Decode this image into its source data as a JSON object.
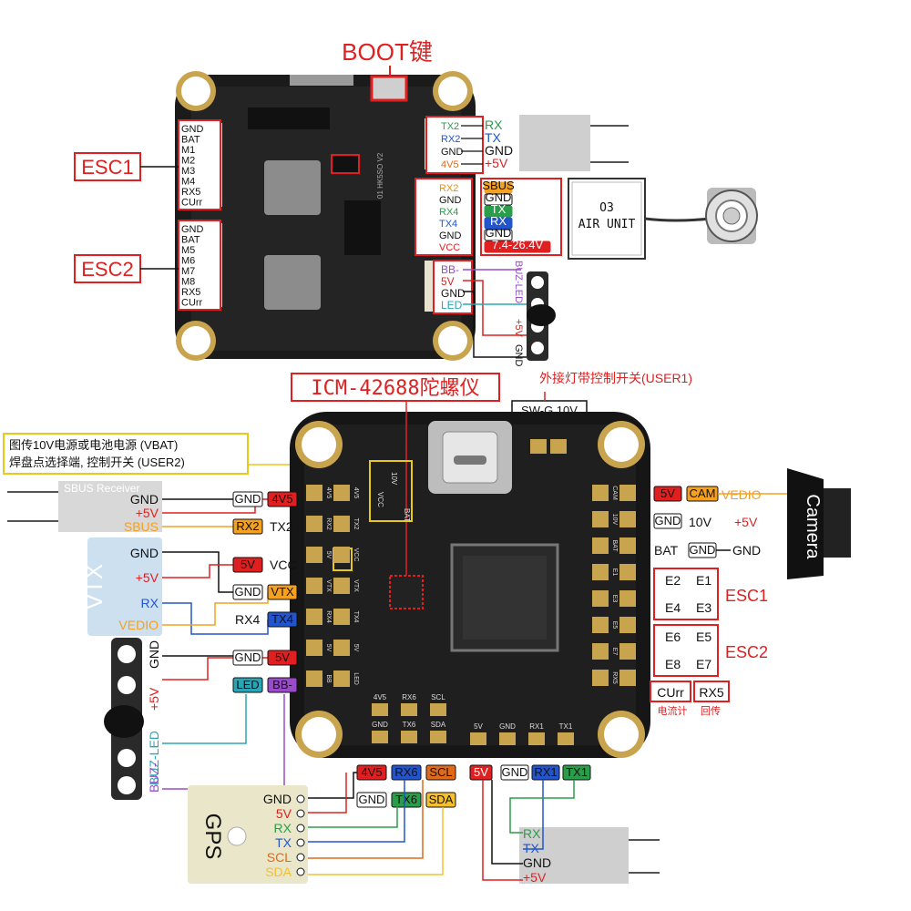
{
  "top": {
    "boot_label": "BOOT键",
    "esc1": "ESC1",
    "esc2": "ESC2",
    "esc1_pins": [
      "GND",
      "BAT",
      "M1",
      "M2",
      "M3",
      "M4",
      "RX5",
      "CUrr"
    ],
    "esc2_pins": [
      "GND",
      "BAT",
      "M5",
      "M6",
      "M7",
      "M8",
      "RX5",
      "CUrr"
    ],
    "rx_pins": [
      {
        "pad": "TX2",
        "wire": "RX",
        "pad_color": "#2a9d4a",
        "wire_color": "#2a9d4a"
      },
      {
        "pad": "RX2",
        "wire": "TX",
        "pad_color": "#2255cc",
        "wire_color": "#2255cc"
      },
      {
        "pad": "GND",
        "wire": "GND",
        "pad_color": "#111111",
        "wire_color": "#111111"
      },
      {
        "pad": "4V5",
        "wire": "+5V",
        "pad_color": "#e06a1a",
        "wire_color": "#e02020"
      }
    ],
    "o3_pins": [
      {
        "pad": "RX2",
        "color": "#e0901a"
      },
      {
        "pad": "GND",
        "color": "#111111"
      },
      {
        "pad": "RX4",
        "color": "#2a9d4a"
      },
      {
        "pad": "TX4",
        "color": "#2255cc"
      },
      {
        "pad": "GND",
        "color": "#111111"
      },
      {
        "pad": "VCC",
        "color": "#e02020"
      }
    ],
    "o3_wires": [
      {
        "label": "SBUS",
        "bg": "#f4a020",
        "fg": "#111111"
      },
      {
        "label": "GND",
        "bg": "#ffffff",
        "fg": "#111111"
      },
      {
        "label": "TX",
        "bg": "#2a9d4a",
        "fg": "#ffffff"
      },
      {
        "label": "RX",
        "bg": "#2255cc",
        "fg": "#ffffff"
      },
      {
        "label": "GND",
        "bg": "#ffffff",
        "fg": "#111111"
      },
      {
        "label": "7.4-26.4V",
        "bg": "#e02020",
        "fg": "#ffffff"
      }
    ],
    "o3_unit": "O3\nAIR UNIT",
    "led_pins": [
      {
        "pad": "BB-",
        "color": "#9a4acb"
      },
      {
        "pad": "5V",
        "color": "#e02020"
      },
      {
        "pad": "GND",
        "color": "#111111"
      },
      {
        "pad": "LED",
        "color": "#2aa5b5"
      }
    ],
    "buz_led_label": "BUZ-LED",
    "plus5v_label": "+5V",
    "gnd_label": "GND",
    "board_text": "01 HK5SO V2"
  },
  "gyro_label": "ICM-42688陀螺仪",
  "user1_label": "外接灯带控制开关(USER1)",
  "swg_label": "SW-G 10V",
  "vbat_note_line1": "图传10V电源或电池电源 (VBAT)",
  "vbat_note_line2": "焊盘点选择端, 控制开关 (USER2)",
  "left": {
    "sbus_title": "SBUS Receiver",
    "sbus_gnd": "GND",
    "sbus_5v": "+5V",
    "sbus_sbus": "SBUS",
    "pad_gnd1": "GND",
    "pad_4v5": "4V5",
    "pad_rx2": "RX2",
    "pad_tx2": "TX2",
    "vtx_title": "VTX",
    "vtx_gnd": "GND",
    "vtx_5v": "+5V",
    "vtx_rx": "RX",
    "vtx_vedio": "VEDIO",
    "pad_5v": "5V",
    "pad_vcc": "VCC",
    "pad_gnd2": "GND",
    "pad_vtx": "VTX",
    "pad_rx4": "RX4",
    "pad_tx4": "TX4",
    "buz_gnd": "GND",
    "buz_5v": "+5V",
    "buz_led": "BUZ-LED",
    "buz_bb": "BUZ-",
    "pad_gnd3": "GND",
    "pad_5v2": "5V",
    "pad_led": "LED",
    "pad_bb": "BB-"
  },
  "board": {
    "left_pads": [
      "4V5",
      "RX2",
      "5V",
      "VTX",
      "RX4",
      "5V",
      "BB"
    ],
    "left_pads2": [
      "4V5",
      "TX2",
      "VCC",
      "VTX",
      "TX4",
      "5V",
      "LED"
    ],
    "right_pads": [
      "CAM",
      "10V",
      "BAT",
      "E1",
      "E3",
      "E5",
      "E7",
      "RX5"
    ],
    "right_pads2": [
      "GND",
      "GND",
      "GND",
      "E2",
      "E4",
      "E6",
      "E8",
      "CUrr"
    ],
    "bottom_pads_top": [
      "4V5",
      "RX6",
      "SCL"
    ],
    "bottom_pads_bot": [
      "GND",
      "TX6",
      "SDA"
    ],
    "bottom_right_top": [
      "5V",
      "GND",
      "RX1",
      "TX1"
    ],
    "switch_labels": [
      "10V",
      "VCC",
      "BAT"
    ]
  },
  "right": {
    "pad_5v": "5V",
    "cam": "CAM",
    "vedio": "VEDIO",
    "gnd": "GND",
    "v10": "10V",
    "plus5v": "+5V",
    "bat": "BAT",
    "gnd2": "GND",
    "gnd3": "GND",
    "camera": "Camera",
    "esc1_grid": [
      "E2",
      "E1",
      "E4",
      "E3"
    ],
    "esc2_grid": [
      "E6",
      "E5",
      "E8",
      "E7"
    ],
    "esc1": "ESC1",
    "esc2": "ESC2",
    "curr": "CUrr",
    "rx5": "RX5",
    "curr_cn": "电流计",
    "rx5_cn": "回传"
  },
  "bottom": {
    "pads_top": [
      {
        "t": "4V5",
        "bg": "#e02020",
        "fg": "#111111"
      },
      {
        "t": "RX6",
        "bg": "#2255cc",
        "fg": "#111111"
      },
      {
        "t": "SCL",
        "bg": "#e06a1a",
        "fg": "#111111"
      }
    ],
    "pads_bot": [
      {
        "t": "GND",
        "bg": "#ffffff",
        "fg": "#111111"
      },
      {
        "t": "TX6",
        "bg": "#2a9d4a",
        "fg": "#111111"
      },
      {
        "t": "SDA",
        "bg": "#f4c030",
        "fg": "#111111"
      }
    ],
    "rx_pads": [
      {
        "t": "5V",
        "bg": "#e02020",
        "fg": "#ffffff"
      },
      {
        "t": "GND",
        "bg": "#ffffff",
        "fg": "#111111"
      },
      {
        "t": "RX1",
        "bg": "#2255cc",
        "fg": "#111111"
      },
      {
        "t": "TX1",
        "bg": "#2a9d4a",
        "fg": "#111111"
      }
    ],
    "gps_title": "GPS",
    "gps_pins": [
      {
        "t": "GND",
        "color": "#111111"
      },
      {
        "t": "5V",
        "color": "#e02020"
      },
      {
        "t": "RX",
        "color": "#2a9d4a"
      },
      {
        "t": "TX",
        "color": "#2255cc"
      },
      {
        "t": "SCL",
        "color": "#e06a1a"
      },
      {
        "t": "SDA",
        "color": "#f4c030"
      }
    ],
    "rx_labels": [
      {
        "t": "RX",
        "color": "#2a9d4a"
      },
      {
        "t": "TX",
        "color": "#2255cc"
      },
      {
        "t": "GND",
        "color": "#111111"
      },
      {
        "t": "+5V",
        "color": "#e02020"
      }
    ]
  }
}
